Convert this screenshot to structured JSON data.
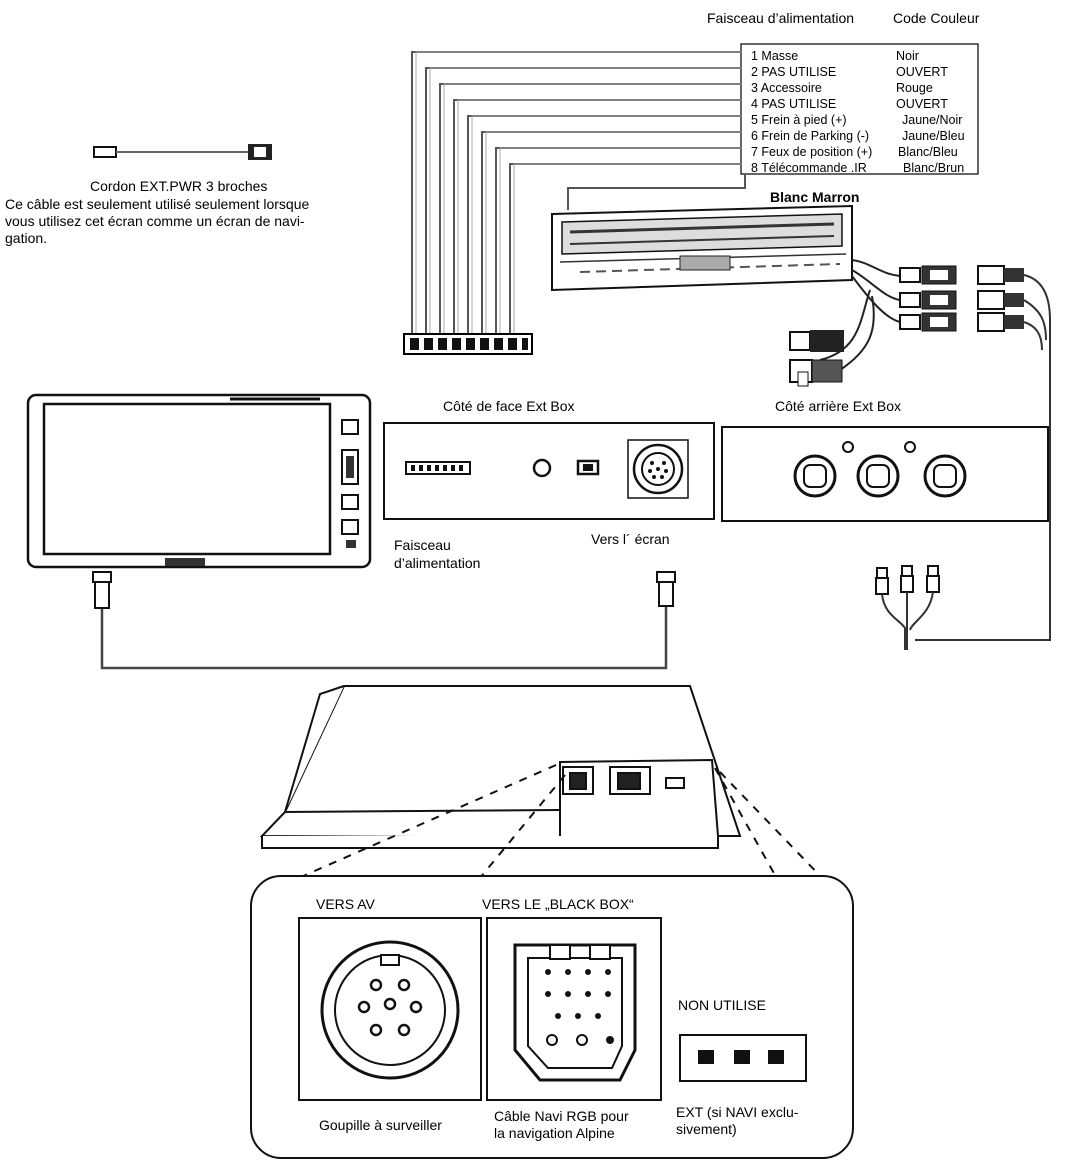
{
  "header": {
    "harness_title": "Faisceau d’alimentation",
    "color_code_title": "Code Couleur"
  },
  "harness_pins": [
    {
      "label": "1  Masse",
      "color": "Noir"
    },
    {
      "label": "2  PAS UTILISE",
      "color": "OUVERT"
    },
    {
      "label": "3  Accessoire",
      "color": "Rouge"
    },
    {
      "label": "4  PAS UTILISE",
      "color": "OUVERT"
    },
    {
      "label": "5  Frein à pied (+)",
      "color": "Jaune/Noir"
    },
    {
      "label": "6  Frein de Parking (-)",
      "color": "Jaune/Bleu"
    },
    {
      "label": "7  Feux de position (+)",
      "color": "Blanc/Bleu"
    },
    {
      "label": "8  Télécommande .IR",
      "color": "Blanc/Brun"
    }
  ],
  "blanc_marron": "Blanc Marron",
  "cord": {
    "title": "Cordon EXT.PWR 3 broches",
    "line1": "Ce câble est seulement utilisé seulement lorsque",
    "line2": "vous utilisez cet écran comme un écran de navi-",
    "line3": "gation."
  },
  "ext_box": {
    "front_title": "Côté de face Ext Box",
    "rear_title": "Côté arrière Ext Box",
    "harness_label_1": "Faisceau",
    "harness_label_2": "d’alimentation",
    "to_screen": "Vers l´ écran"
  },
  "bottom": {
    "to_av": "VERS AV",
    "to_black_box": "VERS LE „BLACK BOX“",
    "not_used": "NON UTILISE",
    "pin_monitor": "Goupille à surveiller",
    "navi_cable_1": "Câble Navi RGB pour",
    "navi_cable_2": "la navigation Alpine",
    "ext_1": "EXT  (si NAVI exclu-",
    "ext_2": "sivement)"
  }
}
